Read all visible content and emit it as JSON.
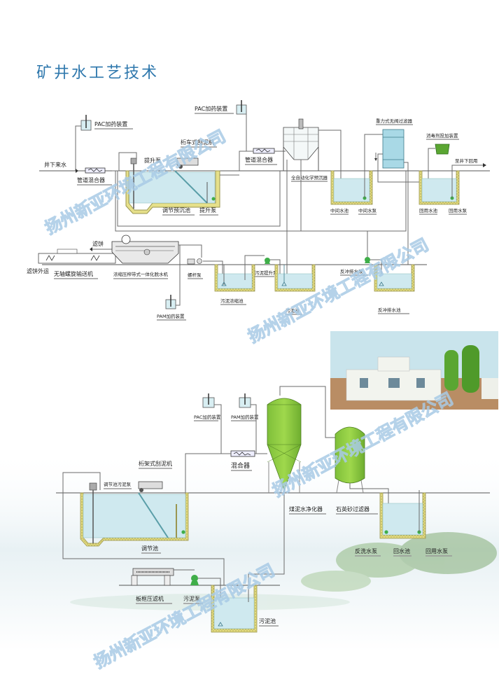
{
  "title": "矿井水工艺技术",
  "watermark": "扬州新亚环境工程有限公司",
  "colors": {
    "title": "#2f78ad",
    "water": "#cfe9ef",
    "tank_wall": "#e6e08a",
    "equipment_green": "#8cc63f",
    "pump_green": "#3fae49",
    "watermark": "#a9cbe6"
  },
  "upper_process": {
    "labels": {
      "pac_dosing_1": "PAC加药装置",
      "pac_dosing_2": "PAC加药装置",
      "mine_inflow": "井下来水",
      "pipe_mixer_1": "管道混合器",
      "truss_scraper": "桁车式刮泥机",
      "lift_pump_1": "提升泵",
      "pre_settling_tank": "调节预沉池",
      "lift_pump_2": "提升泵",
      "pipe_mixer_2": "管道混合器",
      "auto_settler": "全自动化学预沉器",
      "gravity_filter": "重力式无阀过滤器",
      "disinfectant_dosing": "消毒剂投加装置",
      "to_mine_reuse": "至井下回用",
      "intermediate_pool": "中间水池",
      "intermediate_pump": "中间水泵",
      "reuse_pool": "回用水池",
      "reuse_pump": "回用水泵",
      "cake_removal": "滤饼外运",
      "filter_cake": "滤饼",
      "shaftless_conveyor": "无轴螺旋输送机",
      "belt_dewatering": "浓缩压榨带式一体化脱水机",
      "screw_pump": "螺杆泵",
      "pam_dosing": "PAM加药装置",
      "sludge_thickener": "污泥浓缩池",
      "sludge_lift_pump": "污泥提升泵",
      "sludge_pool": "污泥池",
      "backwash_pump": "反冲排水泵",
      "backwash_pool": "反冲排水池"
    }
  },
  "lower_process": {
    "labels": {
      "pac_dosing": "PAC加药装置",
      "pam_dosing": "PAM加药装置",
      "mixer": "混合器",
      "truss_scraper": "桁架式刮泥机",
      "regulating_sludge_pump": "调节池污泥泵",
      "regulating_tank": "调节池",
      "coal_mud_purifier": "煤泥水净化器",
      "quartz_sand_filter": "石英砂过滤器",
      "backwash_pump": "反洗水泵",
      "return_pool": "回水池",
      "reuse_pump": "回用水泵",
      "plate_filter_press": "板框压滤机",
      "sludge_pump": "污泥泵",
      "sludge_pool": "污泥池"
    }
  }
}
